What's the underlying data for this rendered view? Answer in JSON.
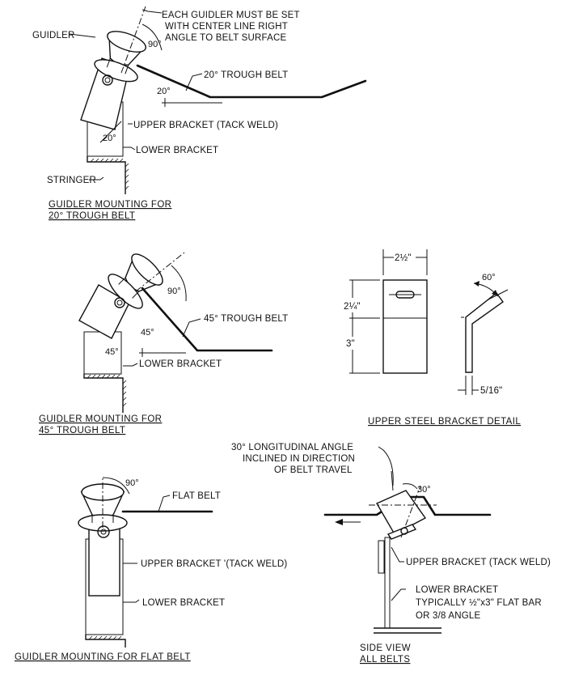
{
  "diagram": {
    "note_each_guidler": [
      "EACH GUIDLER MUST BE SET",
      "WITH CENTER LINE RIGHT",
      "ANGLE TO BELT SURFACE"
    ],
    "view_20": {
      "guidler_label": "GUIDLER",
      "angle_90": "90°",
      "belt_label": "20° TROUGH BELT",
      "angle_20_belt": "20°",
      "angle_20_bracket": "20°",
      "upper_bracket_label": "UPPER BRACKET (TACK WELD)",
      "lower_bracket_label": "LOWER BRACKET",
      "stringer_label": "STRINGER",
      "title": [
        "GUIDLER MOUNTING FOR",
        "20° TROUGH BELT"
      ]
    },
    "view_45": {
      "angle_90": "90°",
      "belt_label": "45° TROUGH BELT",
      "angle_45_belt": "45°",
      "angle_45_bracket": "45°",
      "lower_bracket_label": "LOWER BRACKET",
      "title": [
        "GUIDLER MOUNTING FOR",
        "45° TROUGH BELT"
      ]
    },
    "bracket_detail": {
      "width_dim": "2½\"",
      "upper_dim": "2¼\"",
      "lower_dim": "3\"",
      "bend_angle": "60°",
      "thickness_dim": "5/16\"",
      "title": "UPPER STEEL BRACKET DETAIL"
    },
    "view_flat": {
      "angle_90": "90°",
      "belt_label": "FLAT BELT",
      "upper_bracket_label": "UPPER BRACKET '(TACK WELD)",
      "lower_bracket_label": "LOWER BRACKET",
      "title": "GUIDLER MOUNTING FOR FLAT BELT"
    },
    "side_view": {
      "note_longitudinal": [
        "30° LONGITUDINAL ANGLE",
        "INCLINED IN DIRECTION",
        "OF BELT TRAVEL"
      ],
      "angle_30": "30°",
      "upper_bracket_label": "UPPER BRACKET (TACK WELD)",
      "lower_bracket_label": [
        "LOWER BRACKET",
        "TYPICALLY ½\"x3\" FLAT BAR",
        "OR 3/8 ANGLE"
      ],
      "title": [
        "SIDE VIEW",
        "ALL BELTS"
      ]
    }
  }
}
